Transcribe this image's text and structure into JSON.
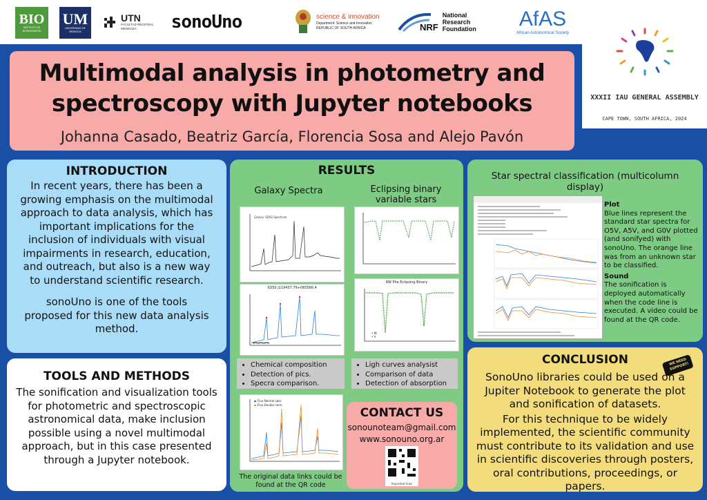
{
  "logos": {
    "bio": "BIO",
    "bio_sub": "INSTITUTO DE BIOINGENIERÍA",
    "um": "UM",
    "um_sub": "UNIVERSIDAD DE MENDOZA",
    "utn": "UTN",
    "utn_sub": "FACULTAD REGIONAL MENDOZA",
    "sonouno": "sonoUno",
    "dsi_title": "science & innovation",
    "dsi_sub": "Department: Science and Innovation REPUBLIC OF SOUTH AFRICA",
    "nrf": "NRF",
    "nrf_name": "National Research Foundation",
    "afas": "AfAS",
    "afas_sub": "African Astronomical Society",
    "iau_line": "XXXII IAU GENERAL ASSEMBLY",
    "iau_place": "CAPE TOWN, SOUTH AFRICA, 2024"
  },
  "header": {
    "title_line1": "Multimodal analysis in photometry and",
    "title_line2": "spectroscopy with Jupyter notebooks",
    "authors": "Johanna Casado,  Beatriz García, Florencia Sosa  and Alejo Pavón"
  },
  "introduction": {
    "heading": "INTRODUCTION",
    "paragraph1": "In recent years, there has been a growing emphasis on the multimodal approach to data analysis, which has important implications for the inclusion of individuals with visual impairments in research, education, and outreach, but also is a new way to understand scientific research.",
    "paragraph2": "sonoUno is one of the tools proposed for this new data analysis method."
  },
  "tools": {
    "heading": "TOOLS AND METHODS",
    "paragraph": "The sonification and visualization tools for photometric and spectroscopic astronomical data, make inclusion possible using a novel multimodal approach, but in this case presented through a Jupyter notebook."
  },
  "results": {
    "heading": "RESULTS",
    "galaxy_heading": "Galaxy Spectra",
    "binary_heading": "Eclipsing binary variable stars",
    "galaxy_bullets": [
      "Chemical composition",
      "Detection of pics.",
      "Specra comparison."
    ],
    "binary_bullets": [
      "Ligh curves analysist",
      "Comparison of data",
      "Detection of absorption"
    ],
    "footnote": "The original data links could be found at the QR code",
    "plot2_title": "SDSS J119437.79+083566.4",
    "plot4_title": "RW Phe Eclipsing Binary"
  },
  "contact": {
    "heading": "CONTACT US",
    "email": "sonounoteam@gmail.com",
    "website": "www.sonouno.org.ar",
    "qr_caption": "Important links"
  },
  "star": {
    "heading": "Star spectral classification (multicolumn display)",
    "plot_label": "Plot",
    "plot_text": "Blue lines represent the standard star spectra for O5V, A5V, and G0V plotted (and sonifyed) with sonoUno. The orange line was from an unknown star to be classified.",
    "sound_label": "Sound",
    "sound_text": "The sonification is deployed automatically when the code line is executed. A video could be found at the QR code."
  },
  "conclusion": {
    "heading": "CONCLUSION",
    "badge": "WE NEED SUPPORT!",
    "paragraph1": "SonoUno libraries could be used on a Jupiter Notebook to generate the plot and sonification of datasets.",
    "paragraph2": "For this technique to be widely implemented, the scientific community must contribute to its validation and use in scientific discoveries through posters, oral contributions, proceedings, or papers."
  },
  "colors": {
    "background": "#1a4fa6",
    "title_box": "#f7aaa8",
    "intro_box": "#a9ddf7",
    "results_box": "#7ecb84",
    "conclusion_box": "#f2dc7c"
  }
}
